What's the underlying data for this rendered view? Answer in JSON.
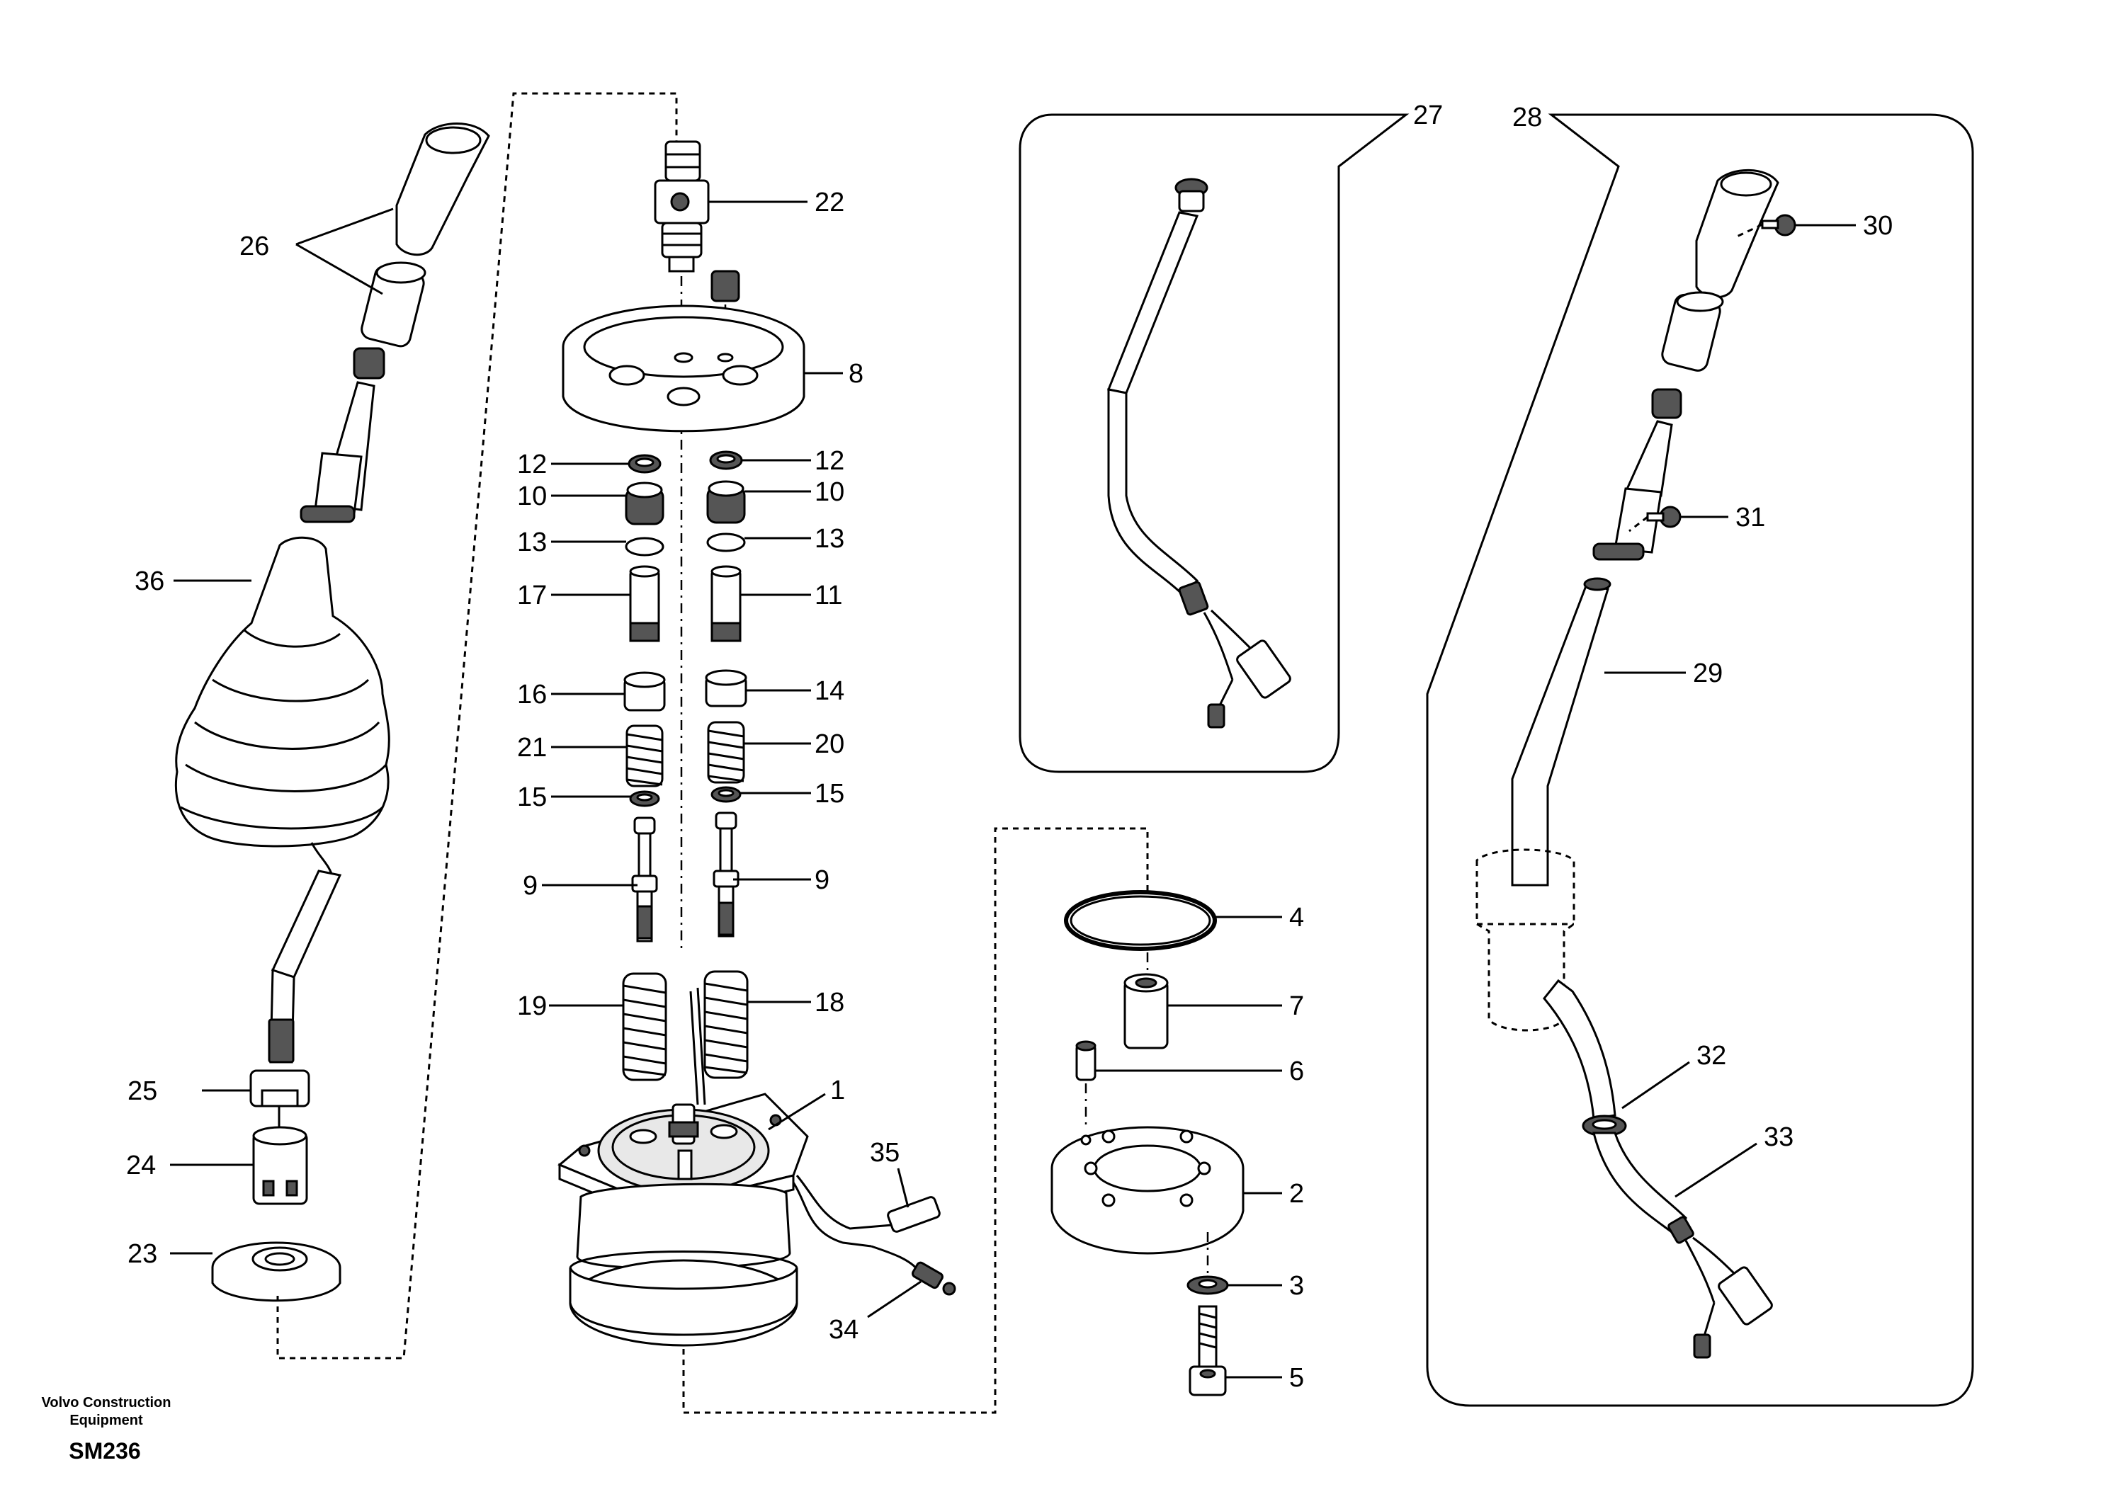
{
  "footer": {
    "brand_line1": "Volvo Construction",
    "brand_line2": "Equipment",
    "sheet_code": "SM236"
  },
  "callouts": {
    "n1": "1",
    "n2": "2",
    "n3": "3",
    "n4": "4",
    "n5": "5",
    "n6": "6",
    "n7": "7",
    "n8": "8",
    "n9a": "9",
    "n9b": "9",
    "n10a": "10",
    "n10b": "10",
    "n11": "11",
    "n12a": "12",
    "n12b": "12",
    "n13a": "13",
    "n13b": "13",
    "n14": "14",
    "n15a": "15",
    "n15b": "15",
    "n16": "16",
    "n17": "17",
    "n18": "18",
    "n19": "19",
    "n20": "20",
    "n21": "21",
    "n22": "22",
    "n23": "23",
    "n24": "24",
    "n25": "25",
    "n26": "26",
    "n27": "27",
    "n28": "28",
    "n29": "29",
    "n30": "30",
    "n31": "31",
    "n32": "32",
    "n33": "33",
    "n34": "34",
    "n35": "35",
    "n36": "36"
  }
}
